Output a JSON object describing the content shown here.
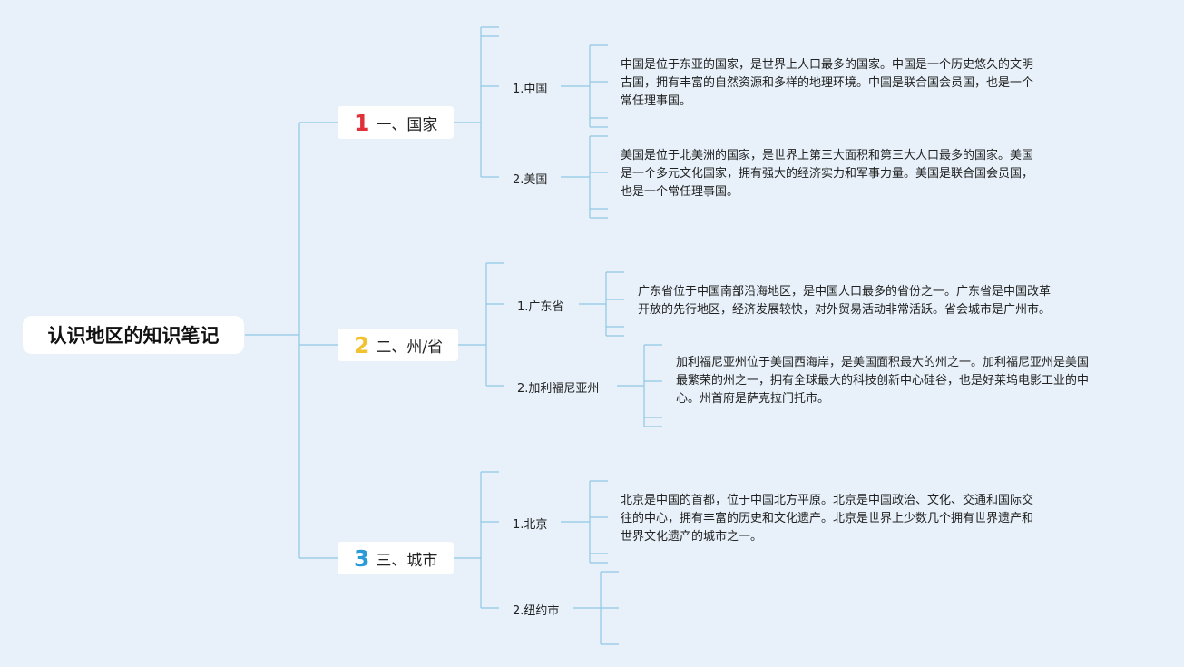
{
  "root": {
    "title": "认识地区的知识笔记"
  },
  "sections": [
    {
      "number": "1",
      "number_color": "#e0303a",
      "label": "一、国家",
      "items": [
        {
          "label": "1.中国",
          "text": "中国是位于东亚的国家，是世界上人口最多的国家。中国是一个历史悠久的文明\n古国，拥有丰富的自然资源和多样的地理环境。中国是联合国会员国，也是一个\n常任理事国。"
        },
        {
          "label": "2.美国",
          "text": "美国是位于北美洲的国家，是世界上第三大面积和第三大人口最多的国家。美国\n是一个多元文化国家，拥有强大的经济实力和军事力量。美国是联合国会员国，\n也是一个常任理事国。"
        }
      ]
    },
    {
      "number": "2",
      "number_color": "#f2c230",
      "label": "二、州/省",
      "items": [
        {
          "label": "1.广东省",
          "text": "广东省位于中国南部沿海地区，是中国人口最多的省份之一。广东省是中国改革\n开放的先行地区，经济发展较快，对外贸易活动非常活跃。省会城市是广州市。"
        },
        {
          "label": "2.加利福尼亚州",
          "text": "加利福尼亚州位于美国西海岸，是美国面积最大的州之一。加利福尼亚州是美国\n最繁荣的州之一，拥有全球最大的科技创新中心硅谷，也是好莱坞电影工业的中\n心。州首府是萨克拉门托市。"
        }
      ]
    },
    {
      "number": "3",
      "number_color": "#2a9ad8",
      "label": "三、城市",
      "items": [
        {
          "label": "1.北京",
          "text": "北京是中国的首都，位于中国北方平原。北京是中国政治、文化、交通和国际交\n往的中心，拥有丰富的历史和文化遗产。北京是世界上少数几个拥有世界遗产和\n世界文化遗产的城市之一。"
        },
        {
          "label": "2.纽约市",
          "text": ""
        }
      ]
    }
  ]
}
